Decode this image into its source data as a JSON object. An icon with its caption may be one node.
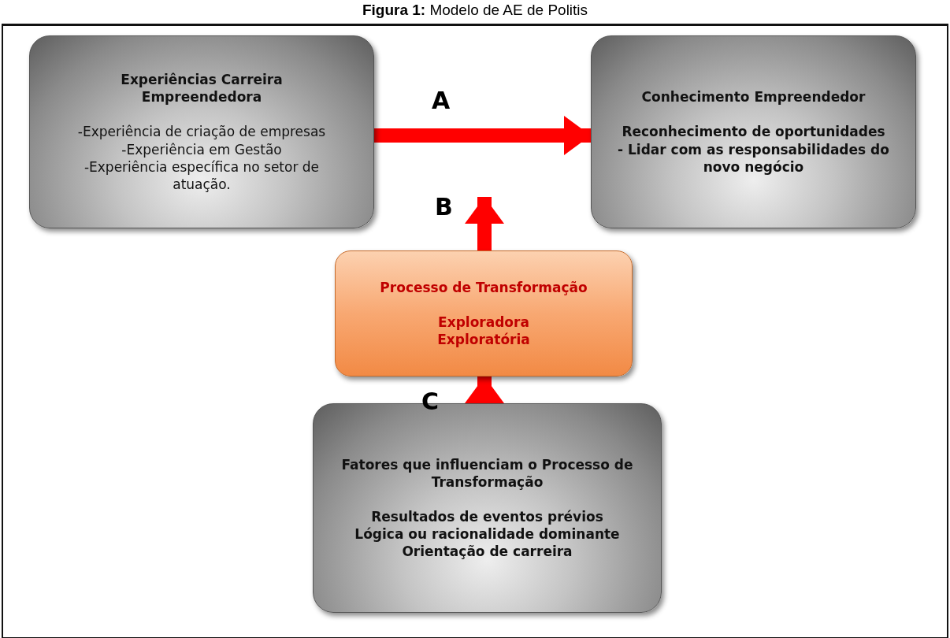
{
  "diagram": {
    "title": "**Figura 1:** Modelo de AE de Politis",
    "nodes": [
      {
        "text": [
          "Experiências Carreira Empreendedora",
          "-Experiência de criação de empresas",
          "-Experiência em Gestão",
          "-Experiência específica no setor de atuação."
        ]
      },
      {
        "text": [
          "Conhecimento Empreendedor",
          "Reconhecimento de oportunidades",
          "- Lidar com as responsabilidades do novo negócio"
        ]
      },
      {
        "text": [
          "Processo de Transformação",
          "Exploradora",
          "Exploratória"
        ]
      },
      {
        "text": [
          "Fatores que influenciam o Processo de Transformação",
          "Resultados de eventos prévios",
          "Lógica ou racionalidade dominante",
          "Orientação de carreira"
        ]
      }
    ],
    "edges": [
      {
        "from": 0,
        "to": 1,
        "arrow": "to",
        "label": "A"
      },
      {
        "from": 2,
        "to": null,
        "arrow": "to",
        "label": "B"
      },
      {
        "from": 3,
        "to": 2,
        "arrow": "to",
        "label": "C"
      }
    ]
  }
}
